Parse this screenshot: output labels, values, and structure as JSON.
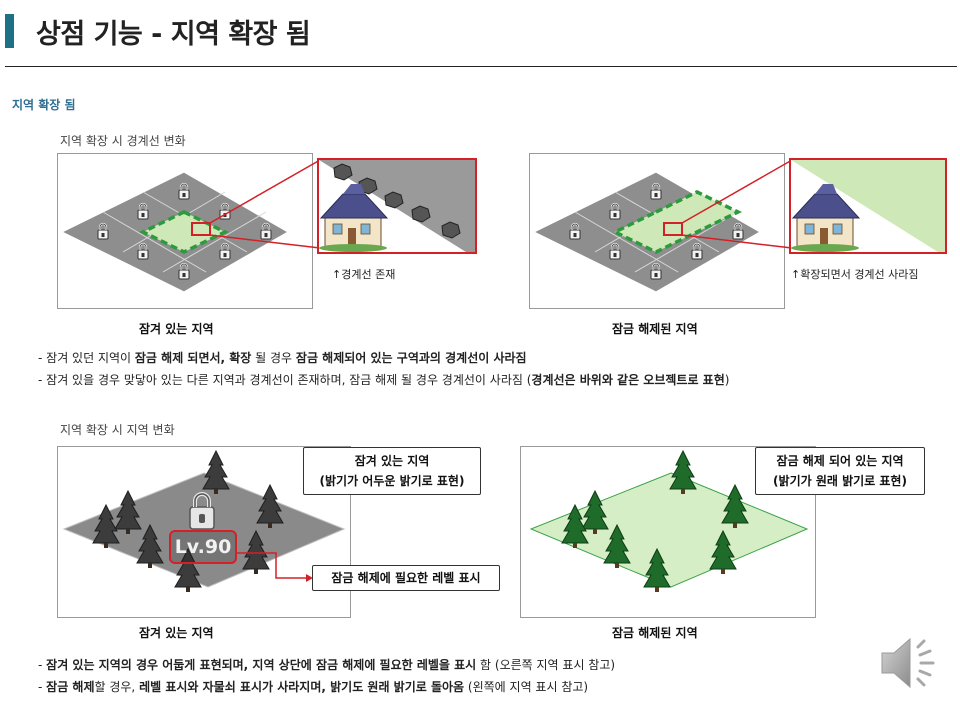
{
  "page": {
    "title": "상점 기능 - 지역 확장 됨",
    "section_title": "지역 확장 됨"
  },
  "part1": {
    "subtitle": "지역 확장 시 경계선 변화",
    "left_caption": "잠겨 있는 지역",
    "right_caption": "잠금 해제된 지역",
    "left_note": "↑경계선 존재",
    "right_note": "↑확장되면서 경계선  사라짐",
    "bullets": [
      {
        "prefix": "-",
        "parts": [
          {
            "t": "잠겨 있던 지역이 ",
            "b": false
          },
          {
            "t": "잠금 해제 되면서, 확장",
            "b": true
          },
          {
            "t": " 될 경우 ",
            "b": false
          },
          {
            "t": "잠금 해제되어 있는 구역과의 경계선이 사라짐",
            "b": true
          }
        ]
      },
      {
        "prefix": "-",
        "parts": [
          {
            "t": "잠겨 있을 경우 맞닿아 있는 다른 지역과 경계선이 존재하며, 잠금 해제 될 경우 경계선이 사라짐 (",
            "b": false
          },
          {
            "t": "경계선은 바위와 같은 오브젝트로 표현",
            "b": true
          },
          {
            "t": ")",
            "b": false
          }
        ]
      }
    ]
  },
  "part2": {
    "subtitle": "지역 확장 시 지역 변화",
    "left_callout": [
      "잠겨 있는 지역",
      "(밝기가 어두운 밝기로 표현)"
    ],
    "right_callout": [
      "잠금 해제 되어 있는 지역",
      "(밝기가 원래 밝기로 표현)"
    ],
    "level_badge": "Lv.90",
    "level_callout": "잠금 해제에 필요한 레벨 표시",
    "left_caption": "잠겨 있는 지역",
    "right_caption": "잠금 해제된 지역",
    "bullets": [
      {
        "prefix": "-",
        "parts": [
          {
            "t": "잠겨 있는 지역의 경우 어둡게 표현되며, 지역 상단에 잠금 해제에 필요한 레벨을 표시",
            "b": true
          },
          {
            "t": " 함 (오른쪽 지역 표시 참고)",
            "b": false
          }
        ]
      },
      {
        "prefix": "-",
        "parts": [
          {
            "t": "잠금 해제",
            "b": true
          },
          {
            "t": "할 경우, ",
            "b": false
          },
          {
            "t": "레벨 표시와 자물쇠 표시가 사라지며, 밝기도 원래 밝기로 돌아옴",
            "b": true
          },
          {
            "t": " (왼쪽에 지역 표시 참고)",
            "b": false
          }
        ]
      }
    ]
  },
  "icons": {
    "speaker": "speaker-icon",
    "lock": "lock-icon",
    "rock": "rock-icon",
    "house": "house-icon",
    "tree": "pine-tree-icon"
  },
  "colors": {
    "accent_bar": "#1f6f86",
    "highlight_red": "#d42027",
    "unlocked_green": "#cfe8b8",
    "dashed_green": "#2e9a3e",
    "locked_gray": "#8a8a8a"
  }
}
